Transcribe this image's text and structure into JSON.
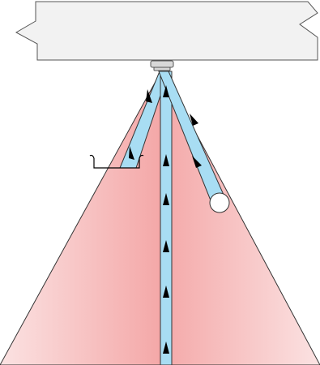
{
  "diagram": {
    "colors": {
      "background": "#ffffff",
      "ceiling_fill": "#f2f2f2",
      "ceiling_stroke": "#555555",
      "cone_light": "#fbe2e2",
      "cone_dark": "#f4a8a8",
      "cone_stroke": "#333333",
      "path_fill": "#a8ddf3",
      "path_stroke": "#333333",
      "arrow_color": "#000000",
      "device_fill": "#d8d8d8",
      "object_fill": "#ffffff"
    },
    "components": [
      {
        "id": "ceiling",
        "icon": "ceiling-slab"
      },
      {
        "id": "sensor",
        "icon": "ceiling-sensor-icon"
      },
      {
        "id": "detection-zone",
        "icon": "detection-cone"
      },
      {
        "id": "signal-paths",
        "count": 3
      },
      {
        "id": "wall-bracket",
        "icon": "hook-bracket-icon"
      },
      {
        "id": "moving-object",
        "icon": "circle-icon"
      }
    ]
  }
}
